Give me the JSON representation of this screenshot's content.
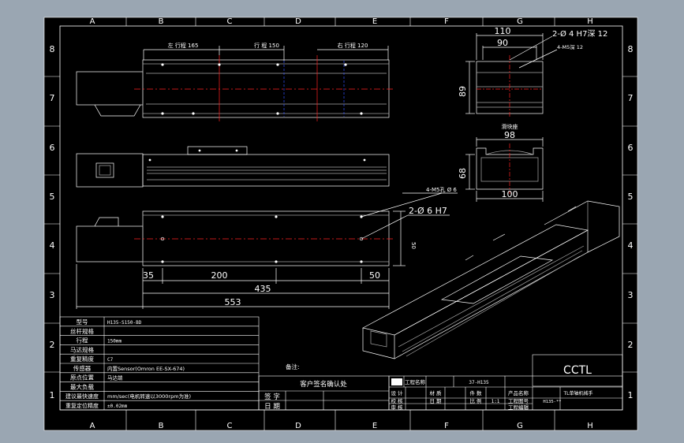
{
  "colors": {
    "frame_bg": "#9aa6b2",
    "sheet_bg": "#000000",
    "line": "#ffffff",
    "center_line": "#ff2020",
    "hidden_line": "#3050ff"
  },
  "grid": {
    "columns": [
      "A",
      "B",
      "C",
      "D",
      "E",
      "F",
      "G",
      "H"
    ],
    "rows": [
      "8",
      "7",
      "6",
      "5",
      "4",
      "3",
      "2",
      "1"
    ]
  },
  "top_view": {
    "stroke_left": "左 行程 165",
    "stroke_mid": "行 程 150",
    "stroke_right": "右 行程 120"
  },
  "front_view": {
    "hole_note": "4-M5孔 Ø 6",
    "pin_note": "2-Ø 6 H7",
    "height": "50",
    "dim_35": "35",
    "dim_200": "200",
    "dim_50": "50",
    "dim_435": "435",
    "dim_553": "553"
  },
  "end_view": {
    "width_110": "110",
    "width_90": "90",
    "pin_note": "2-Ø 4 H7深 12",
    "tap_note": "4-M5深 12",
    "height": "89"
  },
  "slider_view": {
    "title": "滑块座",
    "width_98": "98",
    "width_100": "100",
    "height_68": "68"
  },
  "spec_table": {
    "rows": [
      {
        "label": "型号",
        "value": "H135-S150-BD"
      },
      {
        "label": "丝杆规格",
        "value": ""
      },
      {
        "label": "行程",
        "value": "150mm"
      },
      {
        "label": "马达规格",
        "value": ""
      },
      {
        "label": "重复精度",
        "value": "C7"
      },
      {
        "label": "传感器",
        "value": "内置Sensor(Omron EE-SX-674)"
      },
      {
        "label": "原点位置",
        "value": "马达端"
      },
      {
        "label": "最大负载",
        "value": ""
      },
      {
        "label": "建议最快速度",
        "value": "mm/sec(电机转速以3000rpm为准)"
      },
      {
        "label": "重复定位精度",
        "value": "±0.02mm"
      }
    ]
  },
  "confirm": {
    "remark": "备注:",
    "title": "客户签名确认处",
    "sign": "签 字",
    "date": "日 期"
  },
  "title_block": {
    "brand": "CCTL",
    "project_label": "工程名称",
    "project_value": "37-H135",
    "design": "设 计",
    "check": "校 核",
    "approve": "审 核",
    "material": "材 质",
    "date": "日 期",
    "scale": "比 例",
    "scale_value": "1:1",
    "quantity": "件 数",
    "product_name_label": "产品名称",
    "product_name_value": "TL单轴机械手",
    "drawing_no_label": "工程图号",
    "drawing_no_value": "H135-**",
    "drawing_cat_label": "工程编辑"
  }
}
